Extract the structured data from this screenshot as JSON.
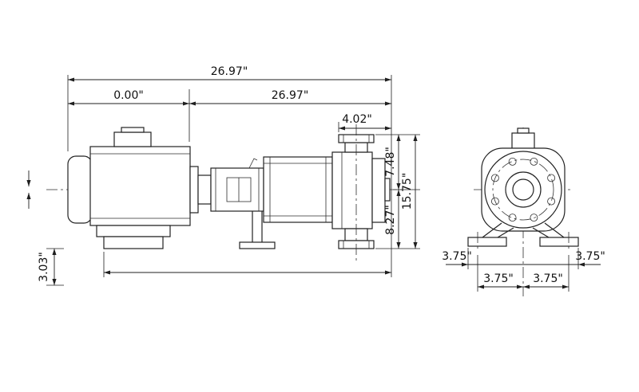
{
  "dimensions": {
    "overall_length": "26.97\"",
    "offset_zero": "0.00\"",
    "assembly_length": "26.97\"",
    "discharge_to_end": "4.02\"",
    "centerline_to_discharge_top": "7.48\"",
    "centerline_to_base": "8.27\"",
    "overall_height": "15.75\"",
    "base_height": "3.03\"",
    "foot_outer_left": "3.75\"",
    "foot_outer_right": "3.75\"",
    "foot_inner_left": "3.75\"",
    "foot_inner_right": "3.75\""
  },
  "colors": {
    "line": "#222222",
    "background": "#ffffff"
  }
}
